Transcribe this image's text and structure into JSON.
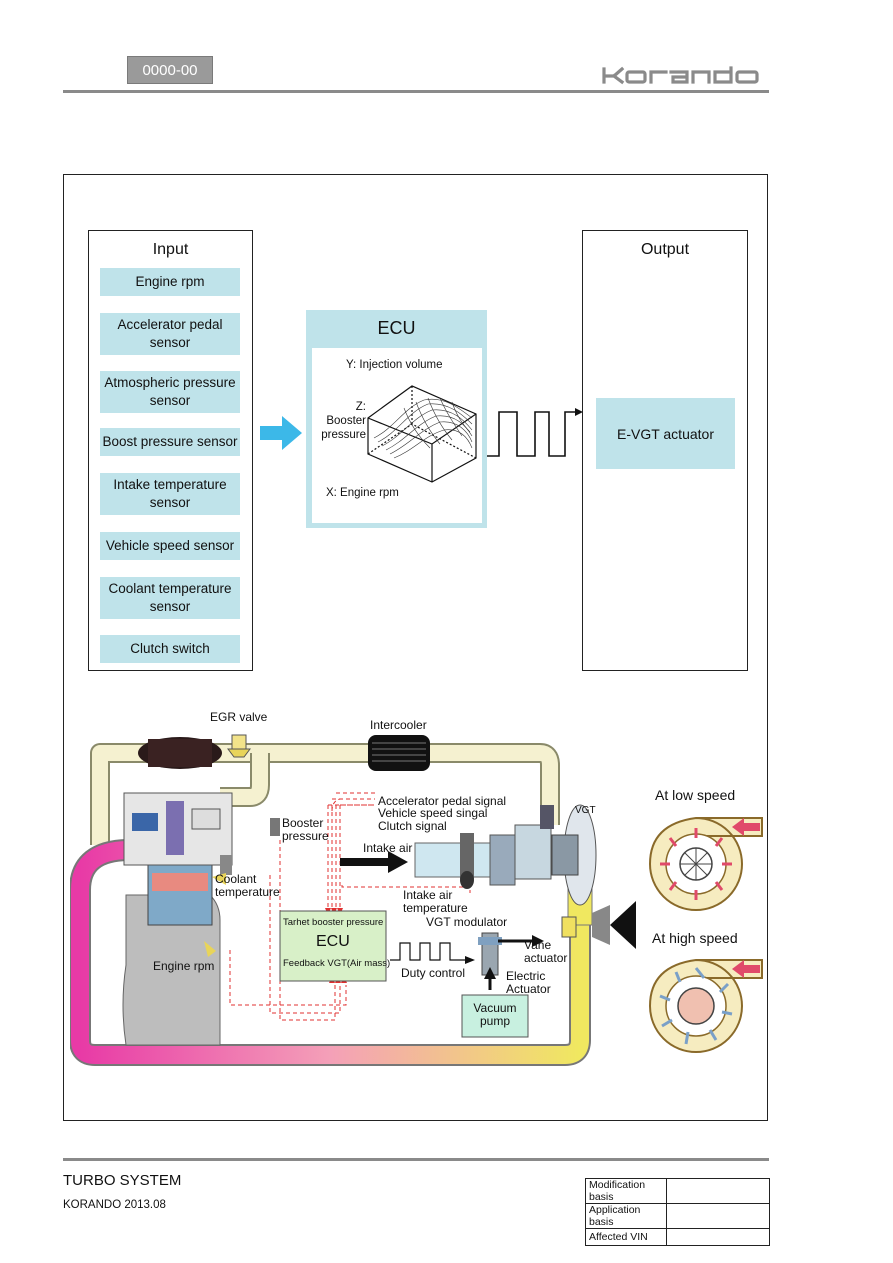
{
  "header": {
    "page_code": "0000-00",
    "brand": "korando"
  },
  "control_diagram": {
    "input": {
      "title": "Input",
      "items": [
        "Engine rpm",
        "Accelerator pedal sensor",
        "Atmospheric pressure sensor",
        "Boost pressure sensor",
        "Intake temperature sensor",
        "Vehicle speed sensor",
        "Coolant temperature sensor",
        "Clutch switch"
      ]
    },
    "ecu": {
      "title": "ECU",
      "y_label": "Y: Injection volume",
      "z_label": "Z: Booster pressure",
      "x_label": "X: Engine rpm"
    },
    "output": {
      "title": "Output",
      "actuator": "E-VGT actuator"
    }
  },
  "system_diagram": {
    "egr_valve": "EGR valve",
    "intercooler": "Intercooler",
    "vgt": "VGT",
    "booster_pressure": "Booster pressure",
    "signals": [
      "Accelerator pedal signal",
      "Vehicle speed singal",
      "Clutch signal"
    ],
    "intake_air": "Intake air",
    "intake_air_temperature": "Intake air temperature",
    "coolant_temperature": "Coolant temperature",
    "engine_rpm": "Engine rpm",
    "ecu_target": "Tarhet booster pressure",
    "ecu_title": "ECU",
    "ecu_feedback": "Feedback VGT(Air mass)",
    "duty_control": "Duty control",
    "vgt_modulator": "VGT modulator",
    "vane_actuator": "Vane actuator",
    "electric_actuator": "Electric Actuator",
    "vacuum_pump": "Vacuum pump",
    "low_speed": "At low speed",
    "high_speed": "At high speed"
  },
  "footer": {
    "title": "TURBO SYSTEM",
    "subtitle": "KORANDO 2013.08",
    "modification_table": [
      {
        "label": "Modification basis",
        "value": ""
      },
      {
        "label": "Application basis",
        "value": ""
      },
      {
        "label": "Affected VIN",
        "value": ""
      }
    ]
  },
  "colors": {
    "panel_fill": "#bfe3ea",
    "arrow_blue": "#3cb8e8",
    "signal_red": "#e03030",
    "ecu_green": "#d8f0c8"
  }
}
